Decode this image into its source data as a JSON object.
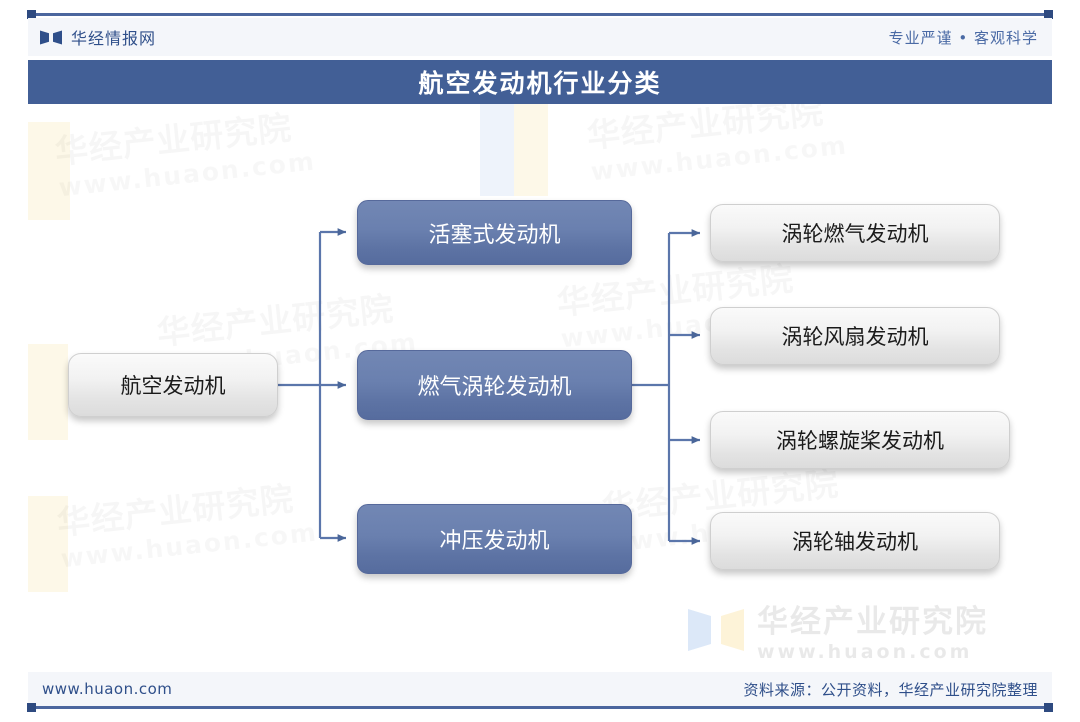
{
  "header": {
    "logo_icon": "huaon-book-logo-icon",
    "brand_name": "华经情报网",
    "slogan": "专业严谨 • 客观科学"
  },
  "title": {
    "text": "航空发动机行业分类"
  },
  "chart_data": {
    "type": "diagram",
    "title": "航空发动机行业分类",
    "root": "航空发动机",
    "level2": [
      "活塞式发动机",
      "燃气涡轮发动机",
      "冲压发动机"
    ],
    "level3_parent": "燃气涡轮发动机",
    "level3": [
      "涡轮燃气发动机",
      "涡轮风扇发动机",
      "涡轮螺旋桨发动机",
      "涡轮轴发动机"
    ],
    "edges": [
      [
        "航空发动机",
        "活塞式发动机"
      ],
      [
        "航空发动机",
        "燃气涡轮发动机"
      ],
      [
        "航空发动机",
        "冲压发动机"
      ],
      [
        "燃气涡轮发动机",
        "涡轮燃气发动机"
      ],
      [
        "燃气涡轮发动机",
        "涡轮风扇发动机"
      ],
      [
        "燃气涡轮发动机",
        "涡轮螺旋桨发动机"
      ],
      [
        "燃气涡轮发动机",
        "涡轮轴发动机"
      ]
    ],
    "colors": {
      "banner": "#425f96",
      "branch_node": "#667cab",
      "leaf_node": "#e8e8e8",
      "connector": "#5b76ab",
      "brand_blue": "#2f4f8a"
    }
  },
  "nodes": {
    "root": "航空发动机",
    "piston": "活塞式发动机",
    "gas_turbine": "燃气涡轮发动机",
    "ramjet": "冲压发动机",
    "turbojet": "涡轮燃气发动机",
    "turbofan": "涡轮风扇发动机",
    "turboprop": "涡轮螺旋桨发动机",
    "turboshaft": "涡轮轴发动机"
  },
  "watermarks": {
    "cn": "华经产业研究院",
    "url": "www.huaon.com"
  },
  "footer": {
    "site": "www.huaon.com",
    "source": "资料来源：公开资料，华经产业研究院整理"
  }
}
